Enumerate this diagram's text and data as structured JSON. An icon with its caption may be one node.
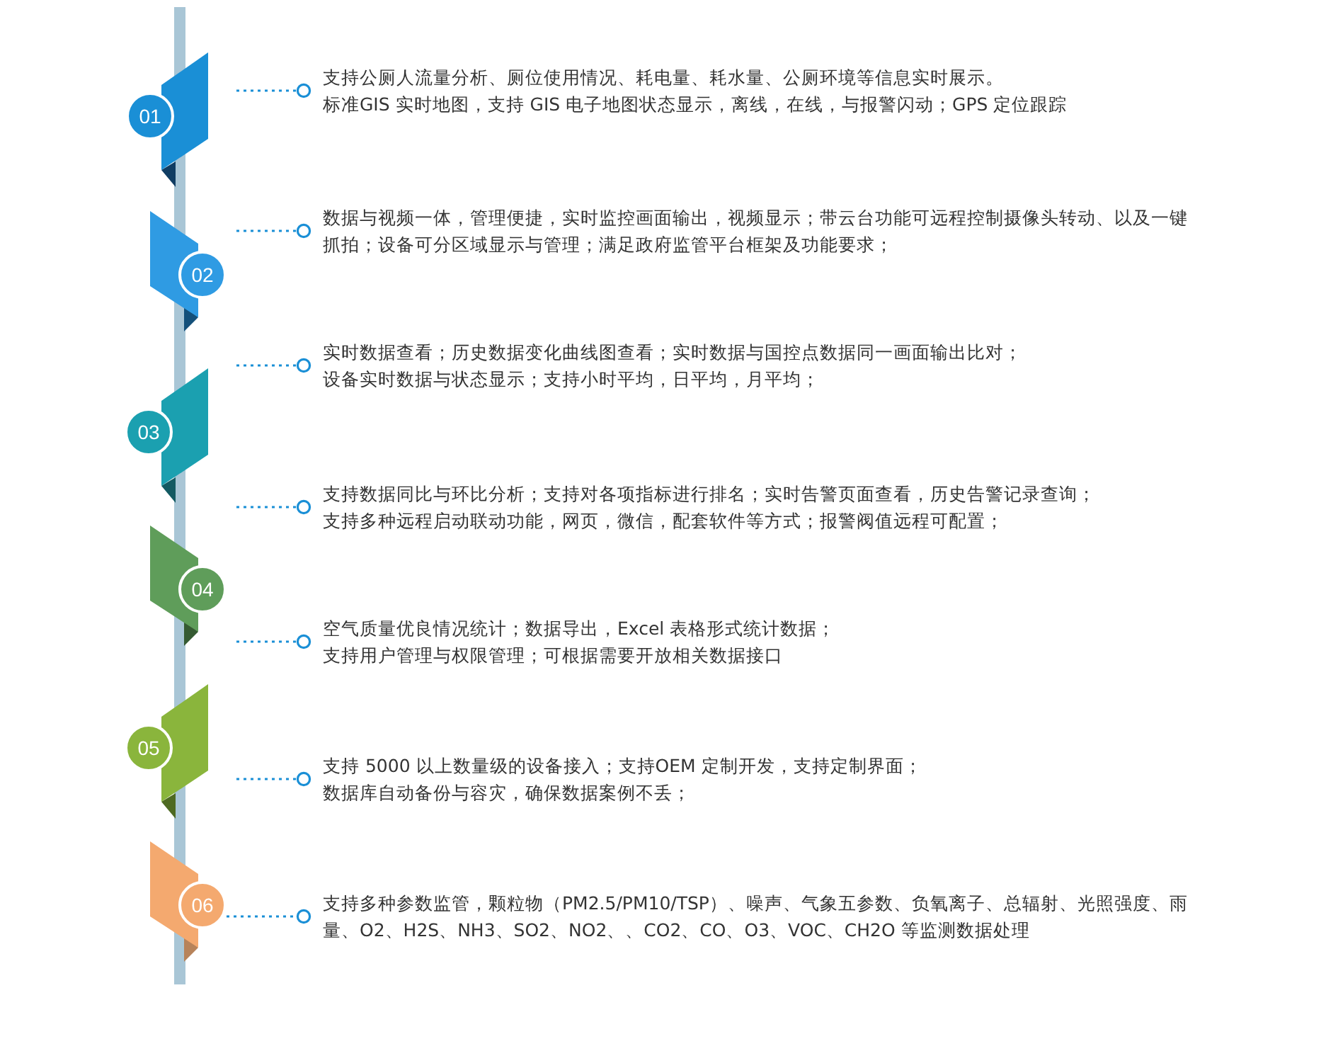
{
  "diagram": {
    "nodes": [
      {
        "text": [
          "01"
        ]
      },
      {
        "text": [
          "支持公厕人流量分析、厕位使用情况、耗电量、耗水量、公厕环境等信息实时展示。",
          "标准GIS 实时地图，支持 GIS 电子地图状态显示，离线，在线，与报警闪动；GPS 定位跟踪"
        ]
      },
      {
        "text": [
          "02"
        ]
      },
      {
        "text": [
          "数据与视频一体，管理便捷，实时监控画面输出，视频显示；带云台功能可远程控制摄像头转动、以及一键抓拍；设备可分区域显示与管理；满足政府监管平台框架及功能要求；"
        ]
      },
      {
        "text": [
          "03"
        ]
      },
      {
        "text": [
          "实时数据查看；历史数据变化曲线图查看；实时数据与国控点数据同一画面输出比对；",
          "设备实时数据与状态显示；支持小时平均，日平均，月平均；"
        ]
      },
      {
        "text": [
          "支持数据同比与环比分析；支持对各项指标进行排名；实时告警页面查看，历史告警记录查询；",
          "支持多种远程启动联动功能，网页，微信，配套软件等方式；报警阀值远程可配置；"
        ]
      },
      {
        "text": [
          "04"
        ]
      },
      {
        "text": [
          "空气质量优良情况统计；数据导出，Excel 表格形式统计数据；",
          "支持用户管理与权限管理；可根据需要开放相关数据接口"
        ]
      },
      {
        "text": [
          "05"
        ]
      },
      {
        "text": [
          "支持 5000 以上数量级的设备接入；支持OEM 定制开发，支持定制界面；",
          "数据库自动备份与容灾，确保数据案例不丢；"
        ]
      },
      {
        "text": [
          "06"
        ]
      },
      {
        "text": [
          "支持多种参数监管，颗粒物（PM2.5/PM10/TSP）、噪声、气象五参数、负氧离子、总辐射、光照强度、雨量、O2、H2S、NH3、SO2、NO2、、CO2、CO、O3、VOC、CH2O 等监测数据处理"
        ]
      }
    ],
    "edges": [
      {
        "from": null,
        "to": 1,
        "arrow": "other",
        "style": "dashed"
      },
      {
        "from": null,
        "to": 3,
        "arrow": "other",
        "style": "dashed"
      },
      {
        "from": null,
        "to": 5,
        "arrow": "other",
        "style": "dashed"
      },
      {
        "from": null,
        "to": 6,
        "arrow": "other",
        "style": "dashed"
      },
      {
        "from": null,
        "to": 8,
        "arrow": "other",
        "style": "dashed"
      },
      {
        "from": null,
        "to": 10,
        "arrow": "other",
        "style": "dashed"
      },
      {
        "from": 11,
        "to": 12,
        "arrow": "other",
        "style": "dashed"
      }
    ]
  }
}
